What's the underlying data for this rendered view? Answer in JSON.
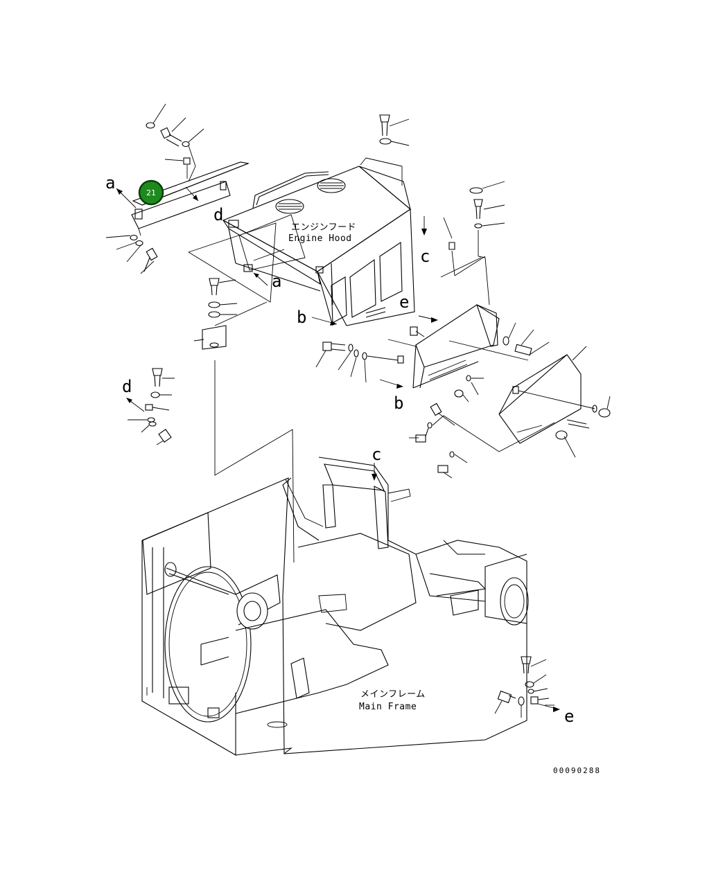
{
  "callout": {
    "number": "21",
    "color": "#1e8a1e",
    "ring": "#0b3d0b"
  },
  "labels": {
    "engine_hood_jp": "エンジンフード",
    "engine_hood_en": "Engine Hood",
    "main_frame_jp": "メインフレーム",
    "main_frame_en": "Main Frame",
    "drawing_number": "00090288"
  },
  "ref_letters": {
    "a_left": "a",
    "a_hood": "a",
    "b_hood": "b",
    "b_lower": "b",
    "c_top": "c",
    "c_frame": "c",
    "d_top": "d",
    "d_left": "d",
    "e_mid": "e",
    "e_bottom": "e"
  }
}
